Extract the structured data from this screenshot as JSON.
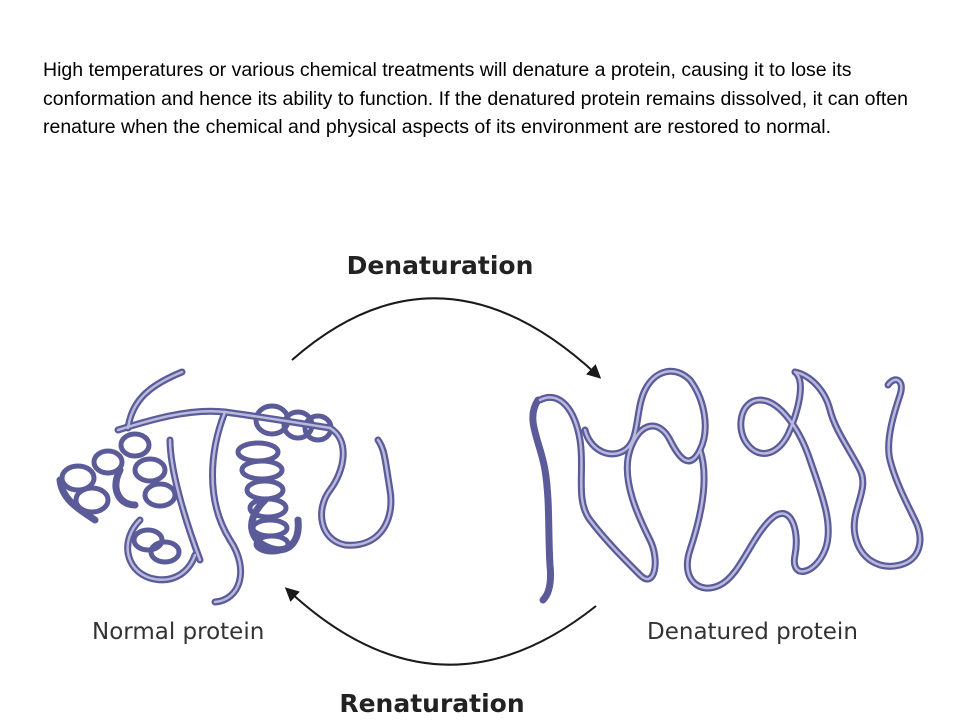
{
  "caption": "High temperatures or various chemical treatments will denature a protein, causing it to lose its conformation and hence its ability to function. If the denatured protein remains dissolved, it can often renature when the chemical and physical aspects of its environment are restored to normal.",
  "diagram": {
    "top_label": "Denaturation",
    "bottom_label": "Renaturation",
    "left_label": "Normal protein",
    "right_label": "Denatured protein",
    "ribbon_color": "#5b5b9a",
    "ribbon_highlight": "#b9b9dc",
    "arrow_color": "#1a1a1a"
  }
}
